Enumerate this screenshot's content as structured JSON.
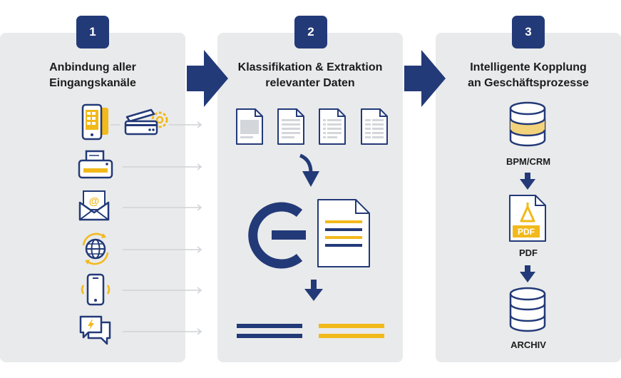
{
  "steps": [
    {
      "number": "1",
      "title_line1": "Anbindung aller",
      "title_line2": "Eingangskanäle"
    },
    {
      "number": "2",
      "title_line1": "Klassifikation & Extraktion",
      "title_line2": "relevanter Daten"
    },
    {
      "number": "3",
      "title_line1": "Intelligente Kopplung",
      "title_line2": "an Geschäftsprozesse"
    }
  ],
  "targets": {
    "bpm_label": "BPM/CRM",
    "pdf_label": "PDF",
    "pdf_icon_text": "PDF",
    "archive_label": "ARCHIV"
  },
  "channels": {
    "email_symbol": "@"
  },
  "colors": {
    "navy": "#233a78",
    "gold": "#f2b91a",
    "panel": "#e9eaeb",
    "line_gray": "#cfd2d6"
  }
}
